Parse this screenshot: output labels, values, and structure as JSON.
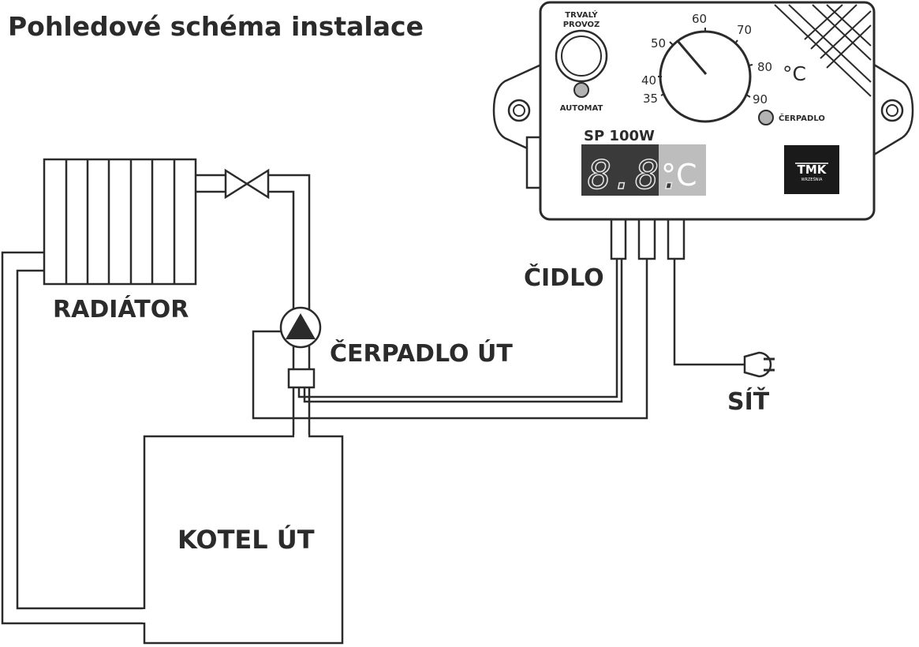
{
  "title": "Pohledové schéma instalace",
  "labels": {
    "radiator": "RADIÁTOR",
    "pump": "ČERPADLO ÚT",
    "boiler": "KOTEL ÚT",
    "sensor": "ČIDLO",
    "mains": "SÍŤ"
  },
  "controller": {
    "button_label_line1": "TRVALÝ",
    "button_label_line2": "PROVOZ",
    "automat_label": "AUTOMAT",
    "model": "SP 100W",
    "unit": "°C",
    "display_digits": "8.8.",
    "display_unit": "°C",
    "pump_led_label": "ČERPADLO",
    "brand": "TMK",
    "brand_sub": "WRZEŚNIA",
    "dial_scale": [
      "35",
      "40",
      "50",
      "60",
      "70",
      "80",
      "90"
    ],
    "dial_setting": 50
  }
}
